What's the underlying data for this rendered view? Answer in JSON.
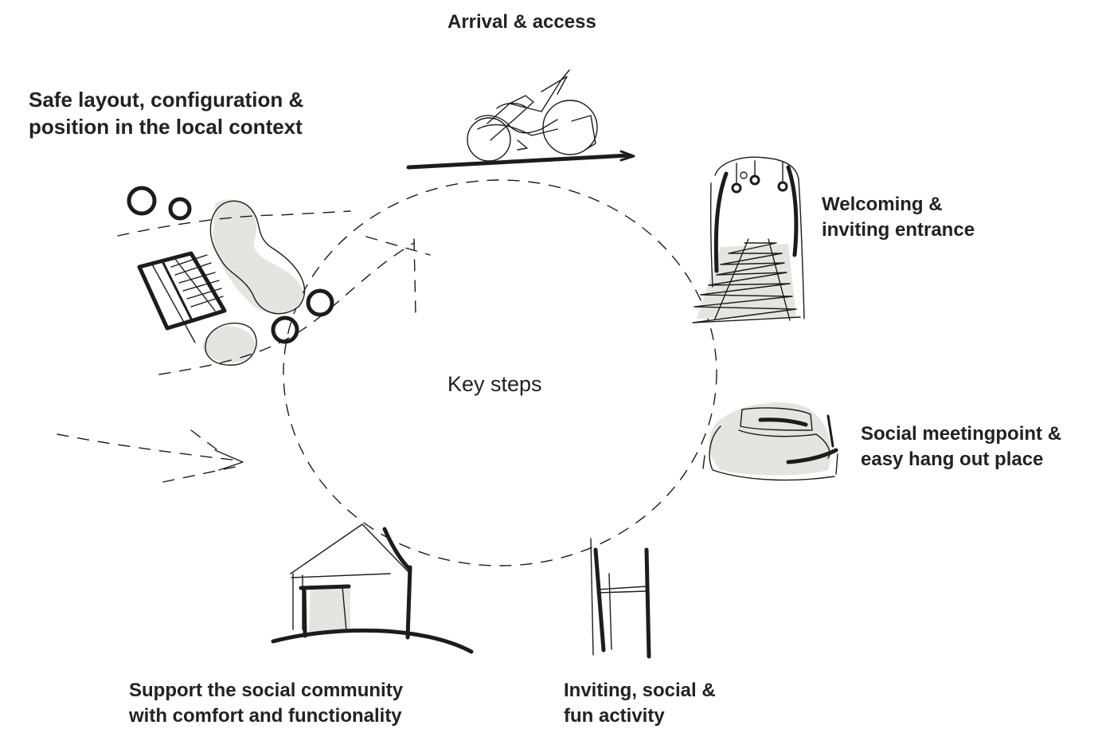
{
  "diagram": {
    "center": "Key steps",
    "steps": [
      {
        "id": "arrival",
        "lines": [
          "Arrival & access"
        ]
      },
      {
        "id": "safe",
        "lines": [
          "Safe layout, configuration &",
          "position in the local context"
        ]
      },
      {
        "id": "welcome",
        "lines": [
          "Welcoming &",
          "inviting entrance"
        ]
      },
      {
        "id": "social",
        "lines": [
          "Social meetingpoint &",
          "easy hang out place"
        ]
      },
      {
        "id": "support",
        "lines": [
          "Support the social community",
          "with comfort and functionality"
        ]
      },
      {
        "id": "activity",
        "lines": [
          "Inviting, social &",
          "fun activity"
        ]
      }
    ]
  },
  "icons": [
    "bicycle-sketch-icon",
    "gateway-sketch-icon",
    "bench-sketch-icon",
    "goal-posts-sketch-icon",
    "pavilion-sketch-icon",
    "site-plan-sketch-icon"
  ],
  "colors": {
    "ink": "#1c1c1c",
    "shade": "#e4e4e2",
    "text": "#222222"
  }
}
